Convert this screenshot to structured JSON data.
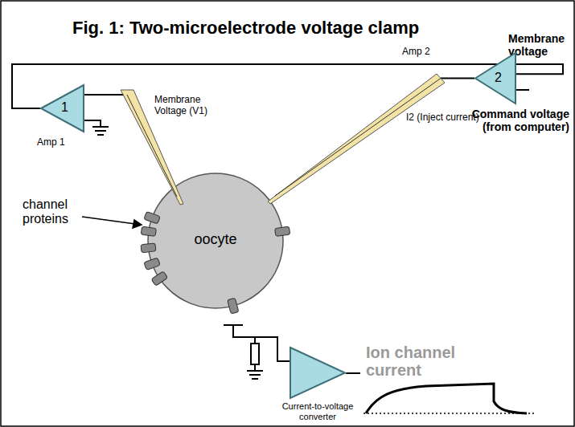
{
  "diagram": {
    "title": "Fig. 1: Two-microelectrode voltage clamp",
    "nodes": [
      {
        "text": [
          "1",
          "Amp 1"
        ]
      },
      {
        "text": [
          "2",
          "Amp 2"
        ]
      },
      {
        "text": [
          "oocyte"
        ]
      },
      {
        "text": [
          "Current-to-voltage converter"
        ]
      }
    ],
    "edges": [
      {
        "from": 0,
        "to": 1,
        "arrow": "none"
      }
    ],
    "labels": [
      "Membrane voltage",
      "Command voltage (from computer)",
      "Membrane Voltage (V1)",
      "I2 (Inject current)",
      "channel proteins",
      "Ion channel current"
    ]
  }
}
